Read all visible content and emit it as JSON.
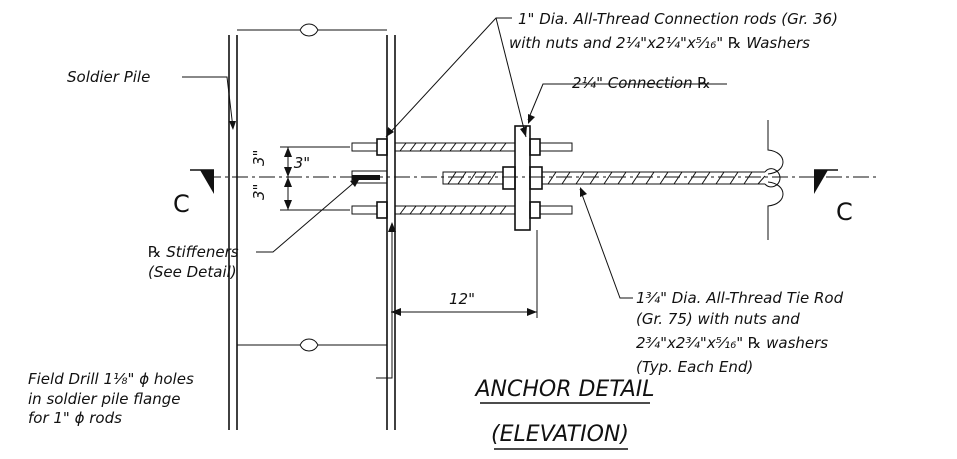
{
  "labels": {
    "rods_line1": "1\" Dia. All-Thread Connection rods (Gr. 36)",
    "rods_line2": "with nuts and 2¹⁄₄\"x2¹⁄₄\"x⁵⁄₁₆\" ℞ Washers",
    "connection_plate": "2¹⁄₄\" Connection ℞",
    "soldier_pile": "Soldier Pile",
    "stiffeners_line1": "℞ Stiffeners",
    "stiffeners_line2": "(See Detail)",
    "tie_rod_line1": "1³⁄₄\" Dia. All-Thread Tie Rod",
    "tie_rod_line2": "(Gr. 75) with nuts and",
    "tie_rod_line3": "2³⁄₄\"x2³⁄₄\"x⁵⁄₁₆\" ℞ washers",
    "tie_rod_line4": "(Typ. Each End)",
    "field_drill_line1": "Field Drill 1¹⁄₈\" ϕ holes",
    "field_drill_line2": "in soldier pile flange",
    "field_drill_line3": "for 1\" ϕ rods"
  },
  "dimensions": {
    "spacing_upper": "3\"",
    "spacing_upper_side": "3\"",
    "spacing_lower": "3\"",
    "length": "12\""
  },
  "section": {
    "left": "C",
    "right": "C"
  },
  "title": {
    "line1": "ANCHOR DETAIL",
    "line2": "(ELEVATION)"
  }
}
